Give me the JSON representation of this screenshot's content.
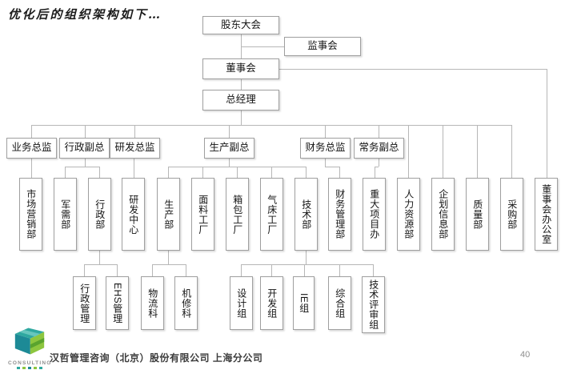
{
  "title": "优化后的组织架构如下…",
  "org": {
    "level1": [
      {
        "label": "股东大会"
      },
      {
        "label": "监事会"
      },
      {
        "label": "董事会"
      },
      {
        "label": "总经理"
      }
    ],
    "level2": [
      {
        "label": "业务总监"
      },
      {
        "label": "行政副总"
      },
      {
        "label": "研发总监"
      },
      {
        "label": "生产副总"
      },
      {
        "label": "财务总监"
      },
      {
        "label": "常务副总"
      }
    ],
    "level3": [
      {
        "label": "市场营销部"
      },
      {
        "label": "军需部"
      },
      {
        "label": "行政部"
      },
      {
        "label": "研发中心"
      },
      {
        "label": "生产部"
      },
      {
        "label": "面料工厂"
      },
      {
        "label": "箱包工厂"
      },
      {
        "label": "气床工厂"
      },
      {
        "label": "技术部"
      },
      {
        "label": "财务管理部"
      },
      {
        "label": "重大项目办"
      },
      {
        "label": "人力资源部"
      },
      {
        "label": "企划信息部"
      },
      {
        "label": "质量部"
      },
      {
        "label": "采购部"
      },
      {
        "label": "董事会办公室"
      }
    ],
    "level4": [
      {
        "label": "行政管理"
      },
      {
        "label": "EHS管理"
      },
      {
        "label": "物流科"
      },
      {
        "label": "机修科"
      },
      {
        "label": "设计组"
      },
      {
        "label": "开发组"
      },
      {
        "label": "IE组"
      },
      {
        "label": "综合组"
      },
      {
        "label": "技术评审组"
      }
    ]
  },
  "footer": {
    "logo_text": "CONSULTING",
    "company": "汉哲管理咨询（北京）股份有限公司 上海分公司",
    "page_number": "40"
  },
  "colors": {
    "line": "#b7b7b7",
    "box_border": "#9f9f9f",
    "logo_teal": "#2fa8a0",
    "logo_blue": "#1d8a96",
    "logo_green": "#8dc63f"
  }
}
